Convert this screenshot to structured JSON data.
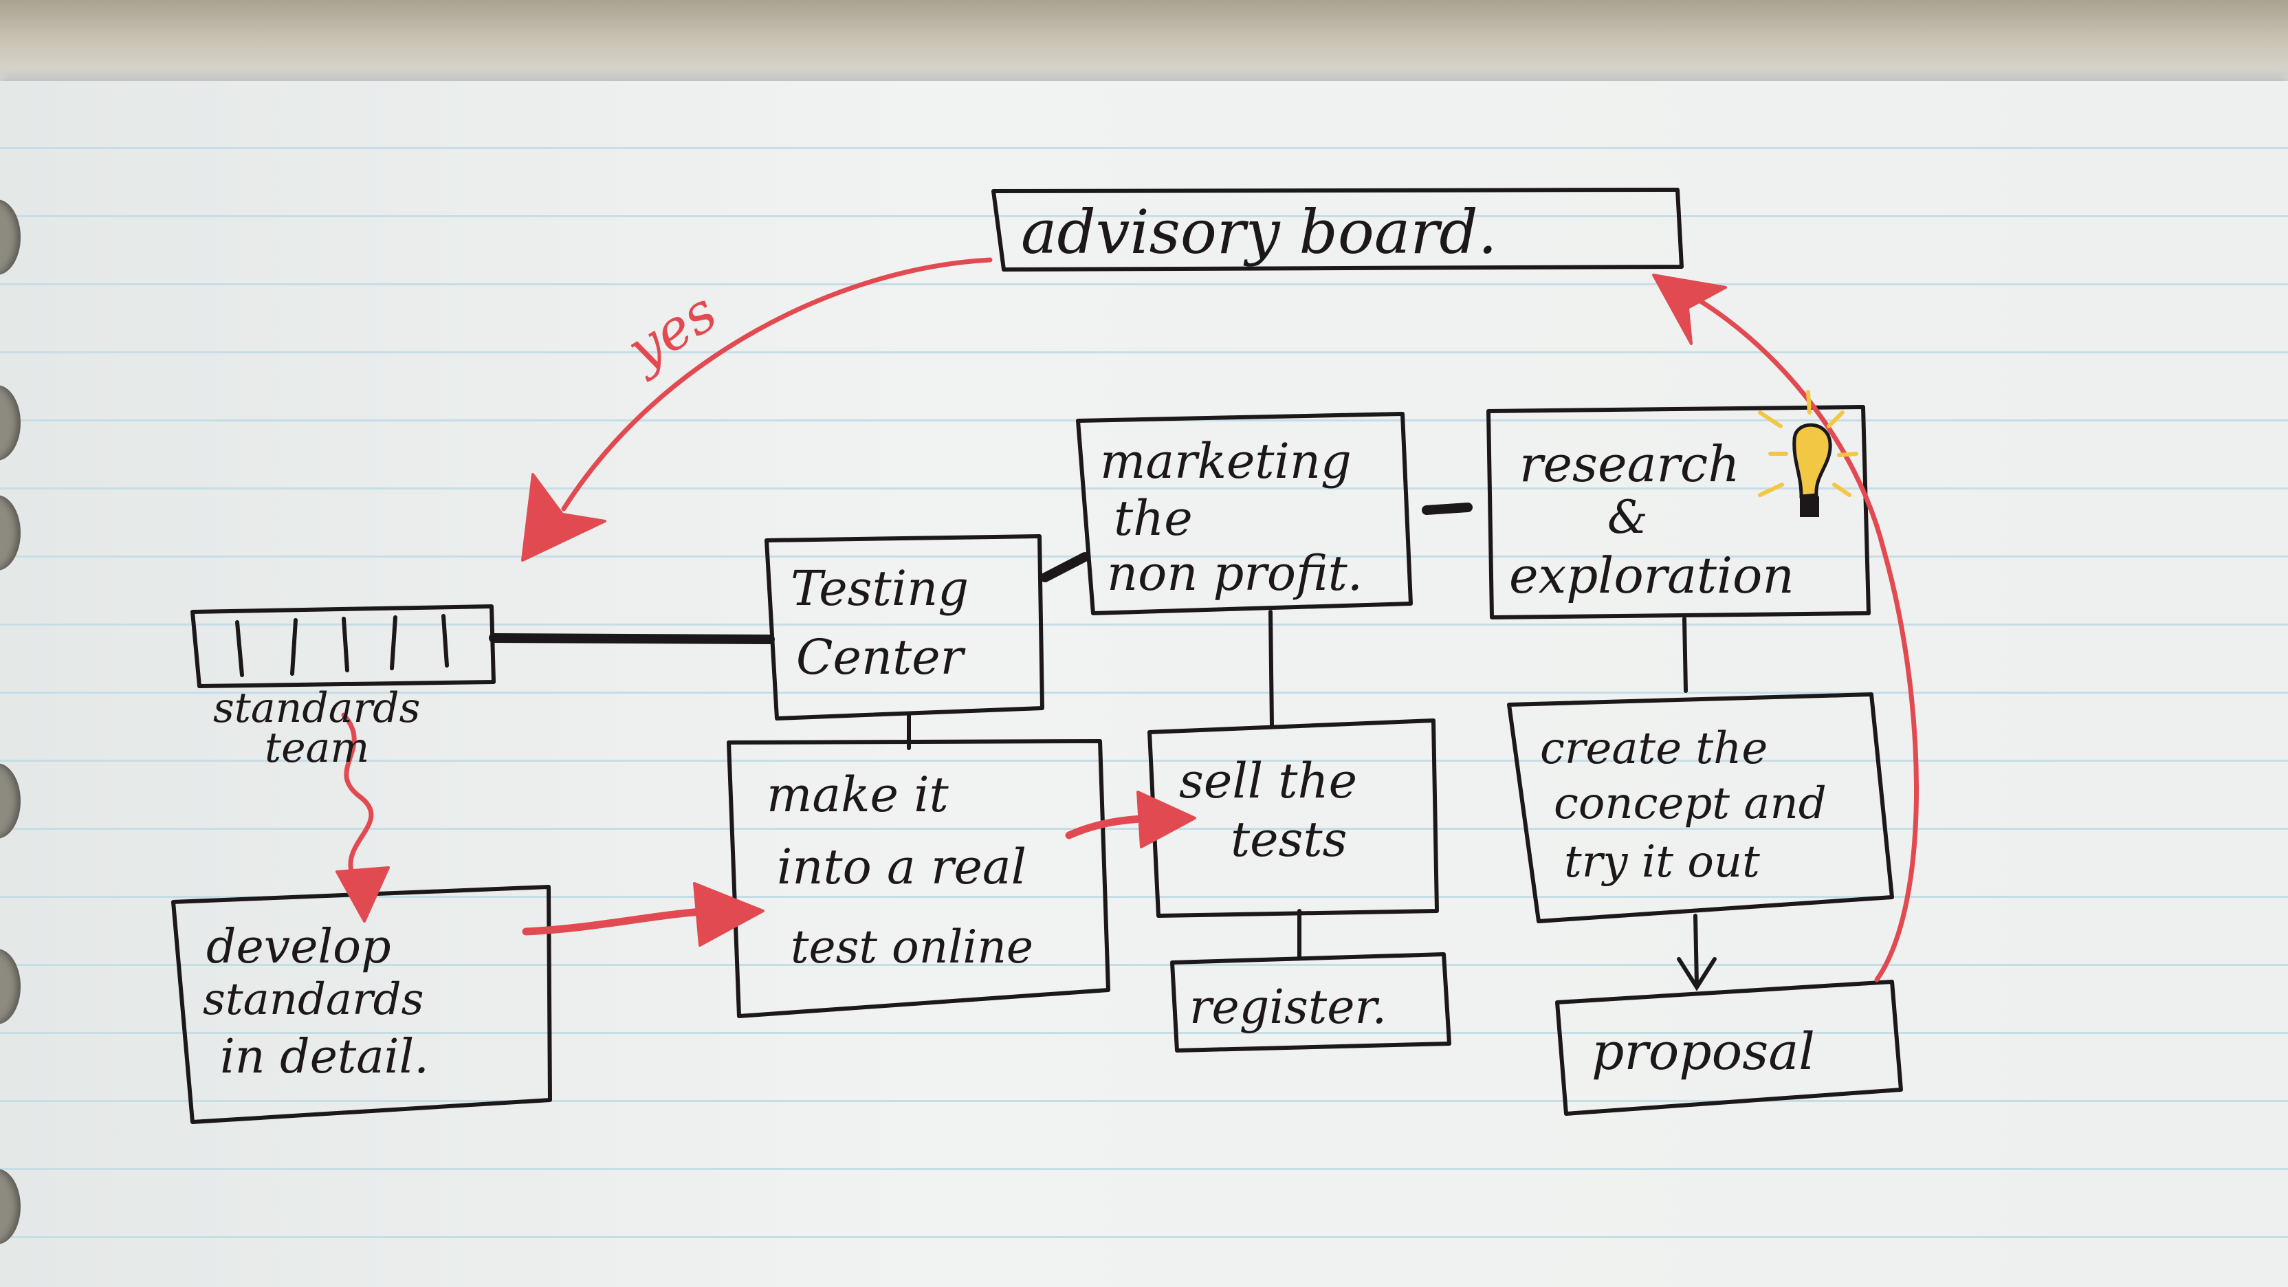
{
  "nodes": {
    "advisory_board": "advisory board.",
    "marketing": [
      "marketing",
      "the",
      "non profit."
    ],
    "research": [
      "research",
      "&",
      "exploration"
    ],
    "testing_center": [
      "Testing",
      "Center"
    ],
    "standards_team": [
      "standards",
      "team"
    ],
    "make_it": [
      "make it",
      "into a real",
      "test online"
    ],
    "sell_tests": [
      "sell the",
      "tests"
    ],
    "create_concept": [
      "create the",
      "concept and",
      "try it out"
    ],
    "register": "register.",
    "proposal": "proposal",
    "develop_standards": [
      "develop",
      "standards",
      "in detail."
    ]
  },
  "edges": {
    "yes_label": "yes"
  },
  "colors": {
    "ink": "#1c1719",
    "red_pencil": "#e24a52",
    "lightbulb": "#f2c744",
    "paper": "#ecefee",
    "rule_lines": "#c6dde6"
  },
  "icons": {
    "idea": "lightbulb-icon"
  }
}
